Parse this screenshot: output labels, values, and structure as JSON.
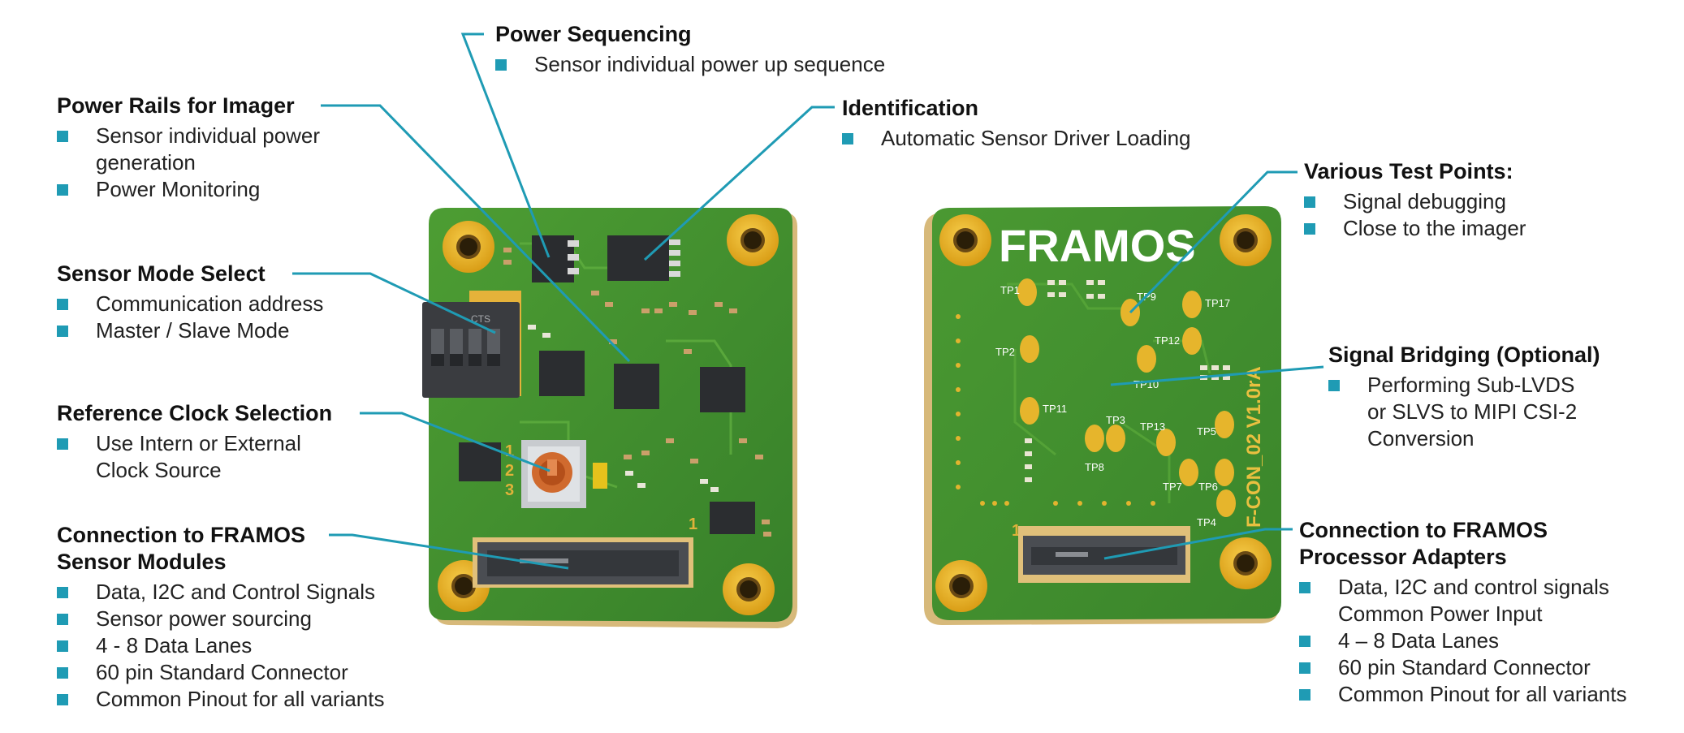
{
  "colors": {
    "accent": "#1f9bb4",
    "board_green": "#3f8f2a",
    "pad_gold": "#e8b52a",
    "connector_gray": "#4a4d52"
  },
  "board_left": {
    "silk_labels": [
      "1",
      "2",
      "3",
      "1",
      "CTS"
    ]
  },
  "board_right": {
    "logo": "FRAMOS",
    "edge_text": "F-CON_02 V1.0rA",
    "pin_one": "1",
    "test_points": [
      "TP1",
      "TP2",
      "TP3",
      "TP4",
      "TP5",
      "TP6",
      "TP7",
      "TP8",
      "TP9",
      "TP10",
      "TP11",
      "TP12",
      "TP13",
      "TP17"
    ]
  },
  "callouts": {
    "power_rails": {
      "title": "Power Rails for Imager",
      "items": [
        [
          "Sensor individual power",
          "generation"
        ],
        [
          "Power Monitoring"
        ]
      ]
    },
    "power_sequencing": {
      "title": "Power Sequencing",
      "items": [
        [
          "Sensor individual power up sequence"
        ]
      ]
    },
    "identification": {
      "title": "Identification",
      "items": [
        [
          "Automatic Sensor Driver Loading"
        ]
      ]
    },
    "sensor_mode": {
      "title": "Sensor Mode Select",
      "items": [
        [
          "Communication address"
        ],
        [
          "Master / Slave Mode"
        ]
      ]
    },
    "reference_clock": {
      "title": "Reference Clock Selection",
      "items": [
        [
          "Use Intern or External",
          "Clock Source"
        ]
      ]
    },
    "connection_sensor": {
      "title_line1": "Connection to FRAMOS",
      "title_line2": "Sensor Modules",
      "items": [
        [
          "Data, I2C and Control Signals"
        ],
        [
          "Sensor power sourcing"
        ],
        [
          "4 - 8 Data Lanes"
        ],
        [
          "60 pin Standard Connector"
        ],
        [
          "Common Pinout for all variants"
        ]
      ]
    },
    "test_points": {
      "title": "Various Test Points:",
      "items": [
        [
          "Signal debugging"
        ],
        [
          "Close to the imager"
        ]
      ]
    },
    "signal_bridging": {
      "title": "Signal Bridging (Optional)",
      "items": [
        [
          "Performing Sub-LVDS",
          "or SLVS to MIPI CSI-2",
          "Conversion"
        ]
      ]
    },
    "connection_processor": {
      "title_line1": "Connection to FRAMOS",
      "title_line2": "Processor Adapters",
      "items": [
        [
          "Data, I2C and control signals",
          "Common Power Input"
        ],
        [
          "4 – 8 Data Lanes"
        ],
        [
          "60 pin Standard Connector"
        ],
        [
          "Common Pinout for all variants"
        ]
      ]
    }
  }
}
